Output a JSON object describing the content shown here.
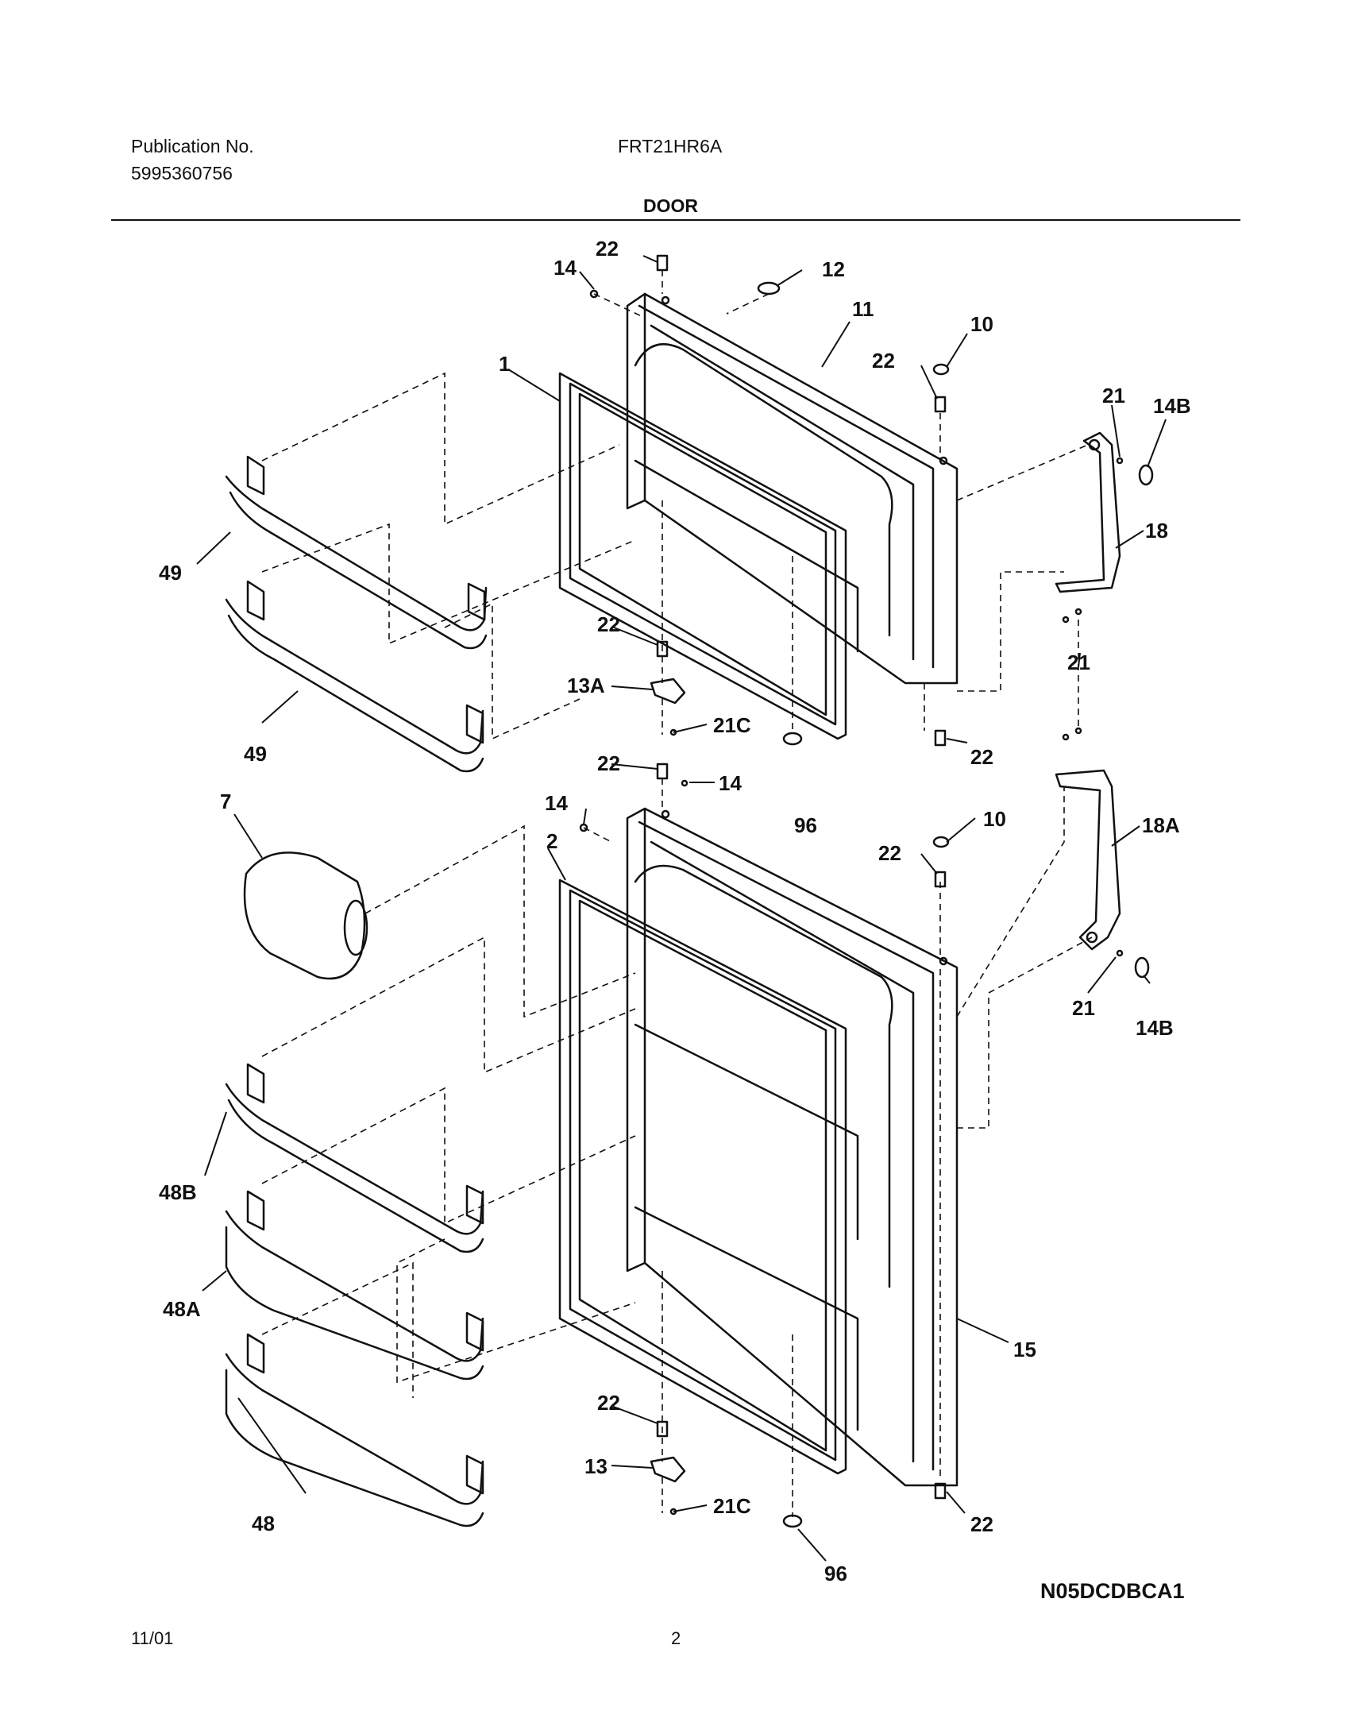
{
  "header": {
    "publication_label": "Publication No.",
    "publication_number": "5995360756",
    "model": "FRT21HR6A",
    "section": "DOOR"
  },
  "diagram": {
    "callouts": [
      "22",
      "14",
      "12",
      "11",
      "10",
      "22",
      "1",
      "21",
      "14B",
      "18",
      "49",
      "49",
      "22",
      "13A",
      "21C",
      "21",
      "22",
      "96",
      "22",
      "14",
      "14",
      "7",
      "10",
      "2",
      "22",
      "18A",
      "21",
      "14B",
      "48B",
      "48A",
      "15",
      "22",
      "13",
      "21C",
      "48",
      "22",
      "96"
    ],
    "code": "N05DCDBCA1"
  },
  "footer": {
    "date": "11/01",
    "page": "2"
  }
}
